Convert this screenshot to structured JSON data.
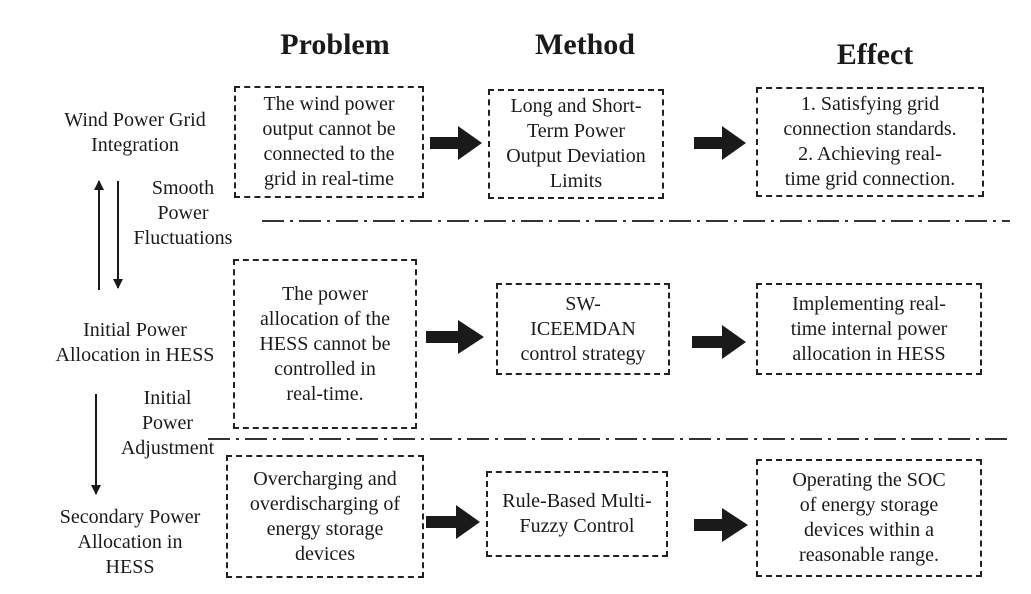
{
  "headers": {
    "problem": "Problem",
    "method": "Method",
    "effect": "Effect"
  },
  "left_labels": {
    "wind": "Wind Power Grid\nIntegration",
    "smooth": "Smooth\nPower\nFluctuations",
    "initial_alloc": "Initial Power\nAllocation in  HESS",
    "initial_adj": "Initial\nPower\nAdjustment",
    "secondary": "Secondary Power\nAllocation in\nHESS"
  },
  "rows": [
    {
      "problem": "The wind power\noutput cannot be\nconnected to the\ngrid in real-time",
      "method": "Long and Short-\nTerm Power\nOutput Deviation\nLimits",
      "effect": "1. Satisfying grid\nconnection standards.\n2. Achieving real-\ntime grid connection."
    },
    {
      "problem": "The power\nallocation of the\nHESS cannot be\ncontrolled in\nreal-time.",
      "method": "SW-\nICEEMDAN\ncontrol strategy",
      "effect": "Implementing real-\ntime internal power\nallocation in HESS"
    },
    {
      "problem": "Overcharging and\noverdischarging of\nenergy storage\ndevices",
      "method": "Rule-Based Multi-\nFuzzy Control",
      "effect": "Operating the SOC\nof energy storage\ndevices within a\nreasonable range."
    }
  ]
}
